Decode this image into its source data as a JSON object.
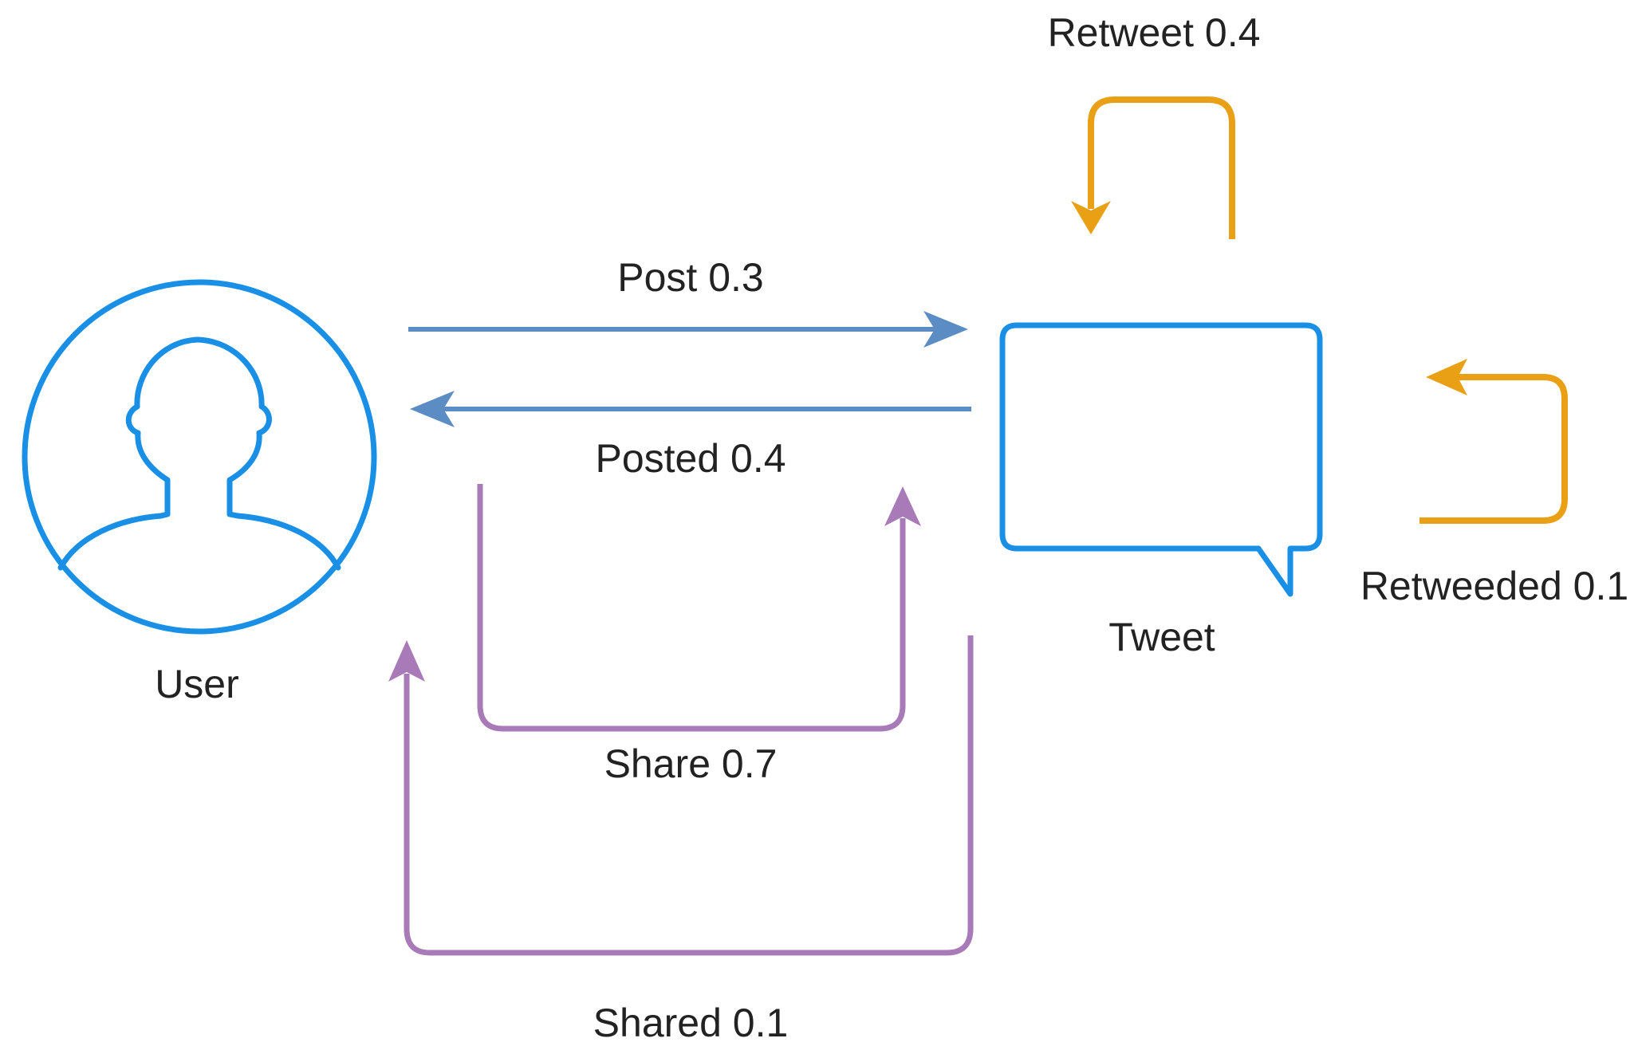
{
  "nodes": {
    "user": {
      "label": "User",
      "icon": "user-icon"
    },
    "tweet": {
      "label": "Tweet",
      "icon": "speech-bubble-icon"
    }
  },
  "edges": {
    "post": {
      "label": "Post 0.3",
      "from": "User",
      "to": "Tweet",
      "probability": 0.3
    },
    "posted": {
      "label": "Posted 0.4",
      "from": "Tweet",
      "to": "User",
      "probability": 0.4
    },
    "share": {
      "label": "Share 0.7",
      "from": "User",
      "to": "Tweet",
      "probability": 0.7
    },
    "shared": {
      "label": "Shared 0.1",
      "from": "Tweet",
      "to": "User",
      "probability": 0.1
    },
    "retweet": {
      "label": "Retweet 0.4",
      "from": "Tweet",
      "to": "Tweet",
      "probability": 0.4
    },
    "retweeded": {
      "label": "Retweeded 0.1",
      "from": "Tweet",
      "to": "Tweet",
      "probability": 0.1
    }
  },
  "colors": {
    "node_stroke": "#1a8fe6",
    "post_edges": "#5b8cc4",
    "share_edges": "#a97ab8",
    "retweet_edges": "#e9a014",
    "text": "#222222"
  }
}
